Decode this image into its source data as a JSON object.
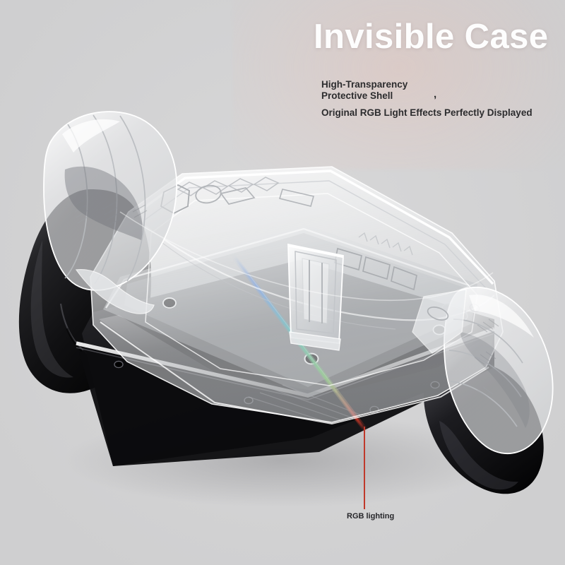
{
  "page": {
    "background_color": "#d3d3d4",
    "accent_warm_glow": "#e2c4bc"
  },
  "header": {
    "title": "Invisible Case",
    "title_color": "#fdfdfd"
  },
  "features": {
    "feature_primary": "High-Transparency\nProtective Shell",
    "separator_glyph": ",",
    "feature_secondary": "Original RGB Light Effects Perfectly Displayed",
    "text_color": "#2c2c2e"
  },
  "callout": {
    "label": "RGB lighting",
    "pointer_color": "#c0392b",
    "label_color": "#26262a"
  },
  "product": {
    "name": "handheld-gaming-console-clear-case",
    "shell_material": "transparent-polycarbonate",
    "body_color": "#151517",
    "grip_color": "#0d0d0f",
    "rgb_colors": [
      "#2f6fd8",
      "#2fb5a8",
      "#5fc24a",
      "#e03c2a"
    ]
  }
}
